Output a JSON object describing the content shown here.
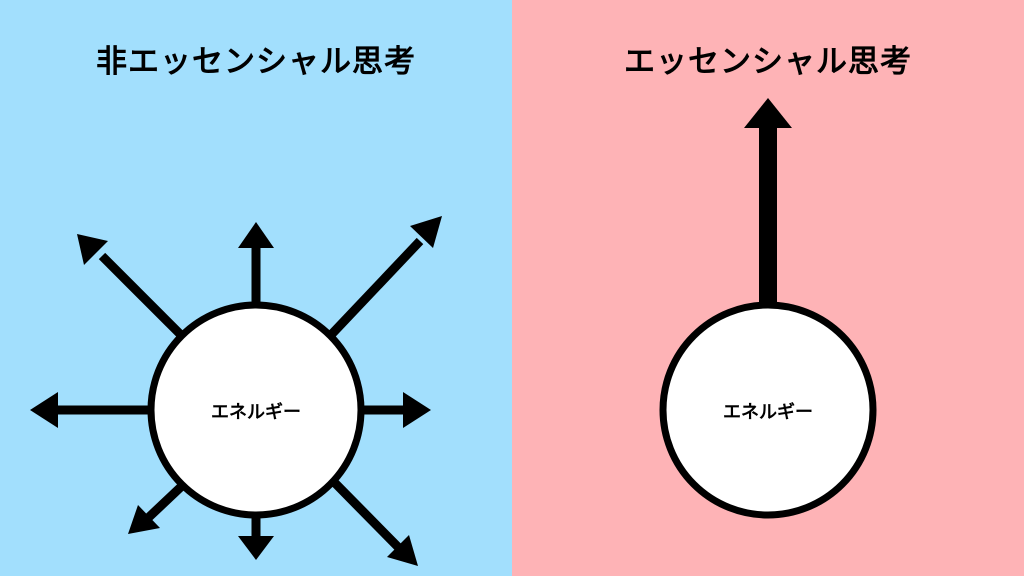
{
  "left_panel": {
    "title": "非エッセンシャル思考",
    "circle_label": "エネルギー",
    "background": "#a2dffd"
  },
  "right_panel": {
    "title": "エッセンシャル思考",
    "circle_label": "エネルギー",
    "background": "#feb3b6"
  },
  "colors": {
    "stroke": "#000000",
    "circle_fill": "#ffffff"
  },
  "icons": [
    "arrow-icon"
  ]
}
